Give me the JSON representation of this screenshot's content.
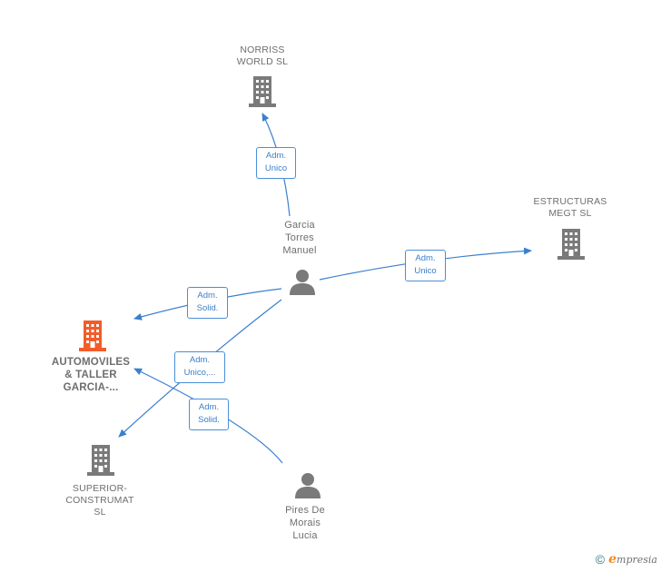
{
  "nodes": {
    "norriss": {
      "line1": "NORRISS",
      "line2": "WORLD  SL"
    },
    "estructuras": {
      "line1": "ESTRUCTURAS",
      "line2": "MEGT  SL"
    },
    "automoviles": {
      "line1": "AUTOMOVILES",
      "line2": "& TALLER",
      "line3": "GARCIA-..."
    },
    "superior": {
      "line1": "SUPERIOR-",
      "line2": "CONSTRUMAT",
      "line3": "SL"
    },
    "garcia": {
      "line1": "Garcia",
      "line2": "Torres",
      "line3": "Manuel"
    },
    "pires": {
      "line1": "Pires De",
      "line2": "Morais",
      "line3": "Lucia"
    }
  },
  "edges": {
    "garcia_norriss": {
      "line1": "Adm.",
      "line2": "Unico"
    },
    "garcia_estructuras": {
      "line1": "Adm.",
      "line2": "Unico"
    },
    "garcia_automoviles": {
      "line1": "Adm.",
      "line2": "Solid."
    },
    "garcia_superior": {
      "line1": "Adm.",
      "line2": "Unico,..."
    },
    "pires_automoviles": {
      "line1": "Adm.",
      "line2": "Solid."
    }
  },
  "colors": {
    "edge": "#3a7fd0",
    "company_icon": "#7a7a7a",
    "focus_icon": "#f25c2a",
    "person_icon": "#7a7a7a"
  },
  "footer": {
    "copyright": "©",
    "brand_e": "e",
    "brand_rest": "mpresia"
  }
}
